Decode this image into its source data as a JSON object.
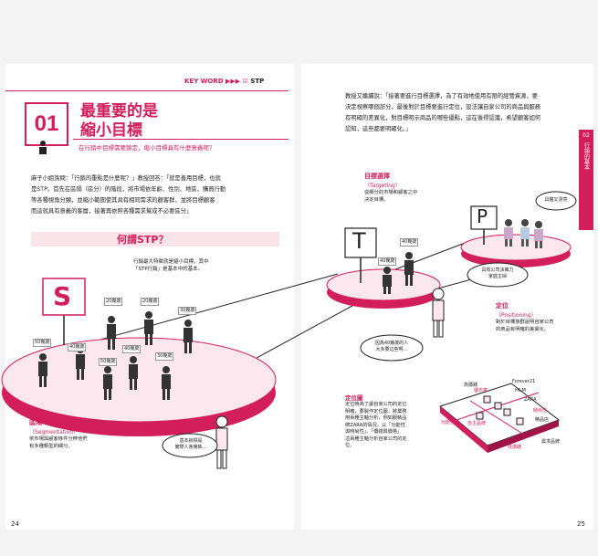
{
  "keyword": {
    "label": "KEY WORD ▶▶▶",
    "check": "☑",
    "term": "STP"
  },
  "chapter": {
    "number": "01",
    "title_line1": "最重要的是",
    "title_line2": "縮小目標",
    "subtitle": "在行銷中目標需要鎖定，縮小目標具有什麼意義呢？"
  },
  "body_left": [
    "麻子小姐詢問：「行銷的重點是什麼呢？」教授回答：「就是善用目標，也就",
    "是STP。首先在區隔（區分）的階段，將市場依年齡、性別、地區、購買行動",
    "等各種視角分類，並縮小範圍使其具有相同需求的顧客群，並將目標顧客",
    "而這就具有意義的客層，接著再依照各種需求幫成不必要區分」"
  ],
  "stp_heading": "何謂STP？",
  "stp_intro": [
    "行銷最大特徵就是縮小目標，其中",
    "「STP行銷」是基本中的基本。"
  ],
  "body_right": [
    "教授又繼續說：「接著要進行目標選擇，為了有效地使用有限的經營資源，要",
    "決定視察哪個部分，最後對於目標要進行定位，設法讓自家公司的商品與服務",
    "有明確的差異化，對目標明示商品的哪些優點，這在後得認識，希望顧客如何",
    "認知，這些都要明確化。」"
  ],
  "letters": {
    "s": "S",
    "t": "T",
    "p": "P"
  },
  "age_labels": {
    "s_a": "20幾歲",
    "s_b": "20幾歲",
    "s_c": "30幾歲",
    "s_d": "50幾歲",
    "s_e": "40幾歲",
    "s_f": "40幾歲",
    "s_g": "50幾歲",
    "s_h": "30幾歲",
    "t_a": "40幾歲",
    "t_b": "40幾歲"
  },
  "segmentation": {
    "title": "區隔",
    "en": "（Segmentation）",
    "desc": [
      "依市場與顧客條件分辨他們",
      "有多種類型的細分。"
    ]
  },
  "targeting": {
    "title": "目標選擇",
    "en": "（Targeting）",
    "desc": [
      "從細分的市場和顧客之中",
      "決定目標。"
    ]
  },
  "positioning": {
    "title": "定位",
    "en": "（Positioning）",
    "desc": [
      "對於目標族群說明自家公司",
      "的商品有明確的差異化。"
    ]
  },
  "bubbles": {
    "b1": [
      "基本目標是",
      "實際人會席執…"
    ],
    "b2": [
      "因為40幾歲的人",
      "大多要這些啊…"
    ],
    "b3": [
      "具有公司決策力",
      "家庭主婦"
    ],
    "b4": "具體又漂亮"
  },
  "positioning_map": {
    "title": "定位圖",
    "desc": [
      "定位時為了讓自家公司的定位",
      "明確，要製作定位圖，將業務",
      "用兩種主軸分析，例如服裝品",
      "牌ZARA的情況，以「功能性",
      "與時尚性」、「價錢與價格」",
      "這兩種主軸分析自家公司的定",
      "位。"
    ],
    "axis": {
      "top": "高價錢",
      "bottom": "低價錢",
      "left": "功能性",
      "right": "時尚性",
      "right2": "精品店",
      "right3": "需求品牌"
    },
    "brands": [
      "Forever21",
      "H&M",
      "ZARA",
      "優衣庫",
      "自主品牌"
    ]
  },
  "sidebar_tab": {
    "num": "02",
    "text": "行銷的基本"
  },
  "page_numbers": {
    "left": "24",
    "right": "25"
  },
  "colors": {
    "accent": "#d21e5a",
    "disk": "#d21e5a",
    "ink": "#222222"
  }
}
